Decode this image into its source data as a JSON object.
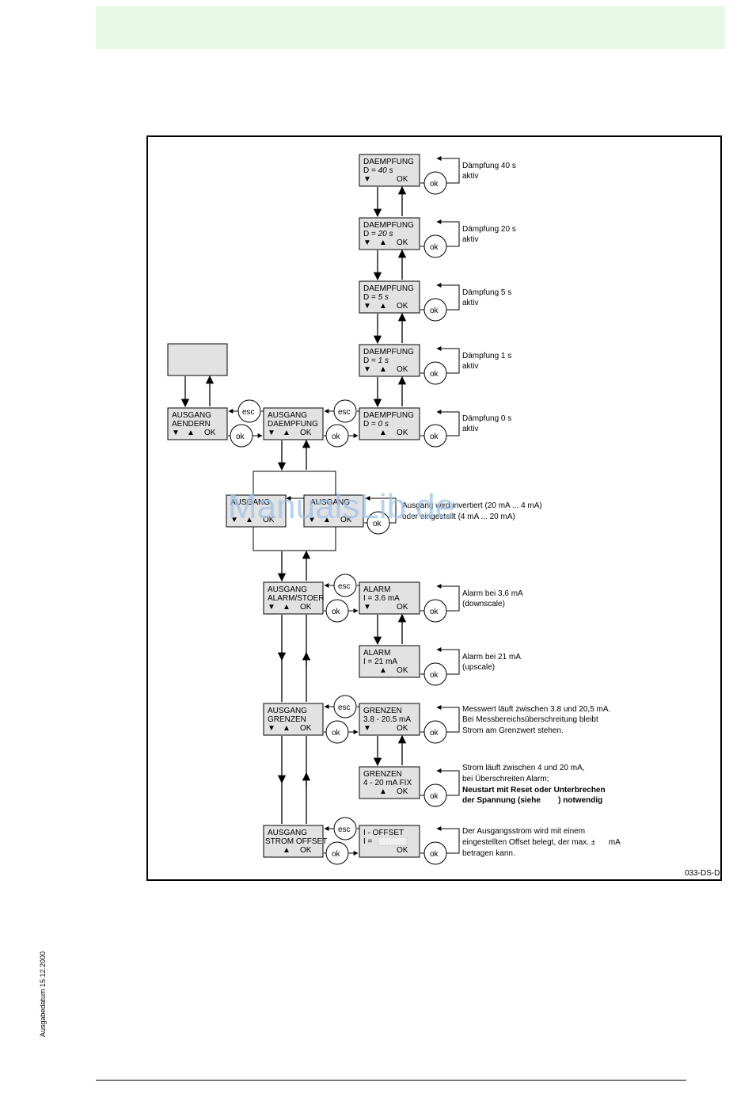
{
  "nodes": {
    "d40": {
      "l1": "DAEMPFUNG",
      "l2": "D = ",
      "v": "40 s",
      "l3a": "▼",
      "l3b": "",
      "ok": "OK"
    },
    "d20": {
      "l1": "DAEMPFUNG",
      "l2": "D = ",
      "v": "20 s",
      "l3a": "▼",
      "l3b": "▲",
      "ok": "OK"
    },
    "d5": {
      "l1": "DAEMPFUNG",
      "l2": "D = ",
      "v": "5 s",
      "l3a": "▼",
      "l3b": "▲",
      "ok": "OK"
    },
    "d1": {
      "l1": "DAEMPFUNG",
      "l2": "D = ",
      "v": "1 s",
      "l3a": "▼",
      "l3b": "▲",
      "ok": "OK"
    },
    "d0": {
      "l1": "DAEMPFUNG",
      "l2": "D = ",
      "v": "0 s",
      "l3a": "",
      "l3b": "▲",
      "ok": "OK"
    },
    "aendern": {
      "l1": "AUSGANG",
      "l2": "AENDERN",
      "l3a": "▼",
      "l3b": "▲",
      "ok": "OK"
    },
    "daempfung": {
      "l1": "AUSGANG",
      "l2": "DAEMPFUNG",
      "l3a": "▼",
      "l3b": "▲",
      "ok": "OK"
    },
    "inv1": {
      "l1": "AUSGANG",
      "l3a": "▼",
      "l3b": "▲",
      "ok": "OK"
    },
    "inv2": {
      "l1": "AUSGANG",
      "l3a": "▼",
      "l3b": "▲",
      "ok": "OK"
    },
    "alarmstoer": {
      "l1": "AUSGANG",
      "l2": "ALARM/STOER",
      "l3a": "▼",
      "l3b": "▲",
      "ok": "OK"
    },
    "alarm36": {
      "l1": "ALARM",
      "l2": "I = 3.6 mA",
      "l3a": "▼",
      "l3b": "",
      "ok": "OK"
    },
    "alarm21": {
      "l1": "ALARM",
      "l2": "I = 21 mA",
      "l3a": "",
      "l3b": "▲",
      "ok": "OK"
    },
    "grenzen": {
      "l1": "AUSGANG",
      "l2": "GRENZEN",
      "l3a": "▼",
      "l3b": "▲",
      "ok": "OK"
    },
    "grenzen1": {
      "l1": "GRENZEN",
      "l2": "3.8 - 20.5 mA",
      "l3a": "▼",
      "l3b": "",
      "ok": "OK"
    },
    "grenzen2": {
      "l1": "GRENZEN",
      "l2": "4 - 20 mA FIX",
      "l3a": "",
      "l3b": "▲",
      "ok": "OK"
    },
    "offset": {
      "l1": "AUSGANG",
      "l2": "STROM OFFSET",
      "l3a": "",
      "l3b": "▲",
      "ok": "OK"
    },
    "ioffset": {
      "l1": "I - OFFSET",
      "l2": "I = ",
      "l3a": "",
      "l3b": "",
      "ok": "OK"
    }
  },
  "buttons": {
    "ok": "ok",
    "esc": "esc"
  },
  "annotations": {
    "d40": [
      "Dämpfung 40 s",
      "aktiv"
    ],
    "d20": [
      "Dämpfung 20 s",
      "aktiv"
    ],
    "d5": [
      "Dämpfung 5 s",
      "aktiv"
    ],
    "d1": [
      "Dämpfung 1 s",
      "aktiv"
    ],
    "d0": [
      "Dämpfung 0 s",
      "aktiv"
    ],
    "inv": [
      "Ausgang wird invertiert (20 mA ... 4 mA)",
      "oder eingestellt (4 mA ... 20 mA)"
    ],
    "a36": [
      "Alarm bei 3,6 mA",
      "(downscale)"
    ],
    "a21": [
      "Alarm bei 21 mA",
      "(upscale)"
    ],
    "g1": [
      "Messwert läuft zwischen 3.8 und 20,5 mA.",
      "Bei Messbereichsüberschreitung bleibt",
      "Strom am Grenzwert stehen."
    ],
    "g2": [
      "Strom läuft zwischen 4 und 20 mA,",
      "bei Überschreiten Alarm;"
    ],
    "g2b": [
      "Neustart mit Reset oder Unterbrechen",
      "der Spannung (siehe        ) notwendig"
    ],
    "off": [
      "Der Ausgangsstrom wird mit einem",
      "eingestellten Offset belegt, der max. ±      mA",
      "betragen kann."
    ]
  },
  "figure_id": "033-DS-D",
  "watermark": "ManualsLib.de",
  "side_date": "Ausgabedatum 15.12.2000"
}
